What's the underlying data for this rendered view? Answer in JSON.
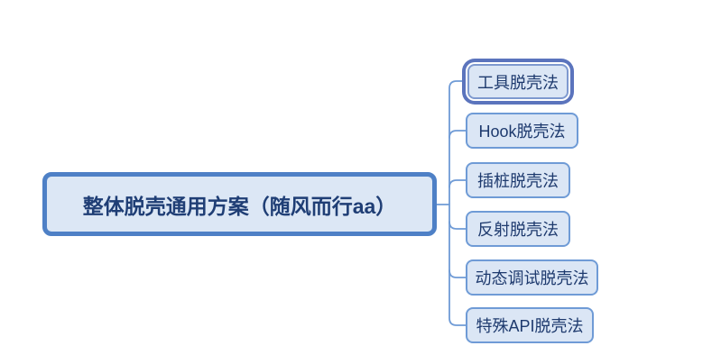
{
  "mindmap": {
    "root": {
      "label": "整体脱壳通用方案（随风而行aa）"
    },
    "children": [
      {
        "label": "工具脱壳法",
        "selected": true
      },
      {
        "label": "Hook脱壳法",
        "selected": false
      },
      {
        "label": "插桩脱壳法",
        "selected": false
      },
      {
        "label": "反射脱壳法",
        "selected": false
      },
      {
        "label": "动态调试脱壳法",
        "selected": false
      },
      {
        "label": "特殊API脱壳法",
        "selected": false
      }
    ],
    "colors": {
      "background": "#ffffff",
      "root_border": "#4e80c6",
      "root_fill": "#dce7f5",
      "child_border": "#6f9bd6",
      "child_fill": "#dbe6f5",
      "text": "#1f3e75",
      "selection_ring": "#5b74bd",
      "connector": "#6f9bd6"
    }
  }
}
